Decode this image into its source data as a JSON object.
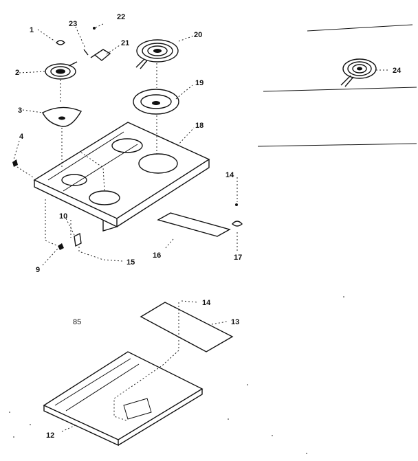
{
  "diagram": {
    "section_code": "85",
    "callouts": {
      "c1": "1",
      "c2": "2",
      "c3": "3",
      "c4": "4",
      "c9": "9",
      "c10": "10",
      "c12": "12",
      "c13": "13",
      "c14a": "14",
      "c14b": "14",
      "c15": "15",
      "c16": "16",
      "c17": "17",
      "c18": "18",
      "c19": "19",
      "c20": "20",
      "c21": "21",
      "c22": "22",
      "c23": "23",
      "c24": "24"
    }
  }
}
